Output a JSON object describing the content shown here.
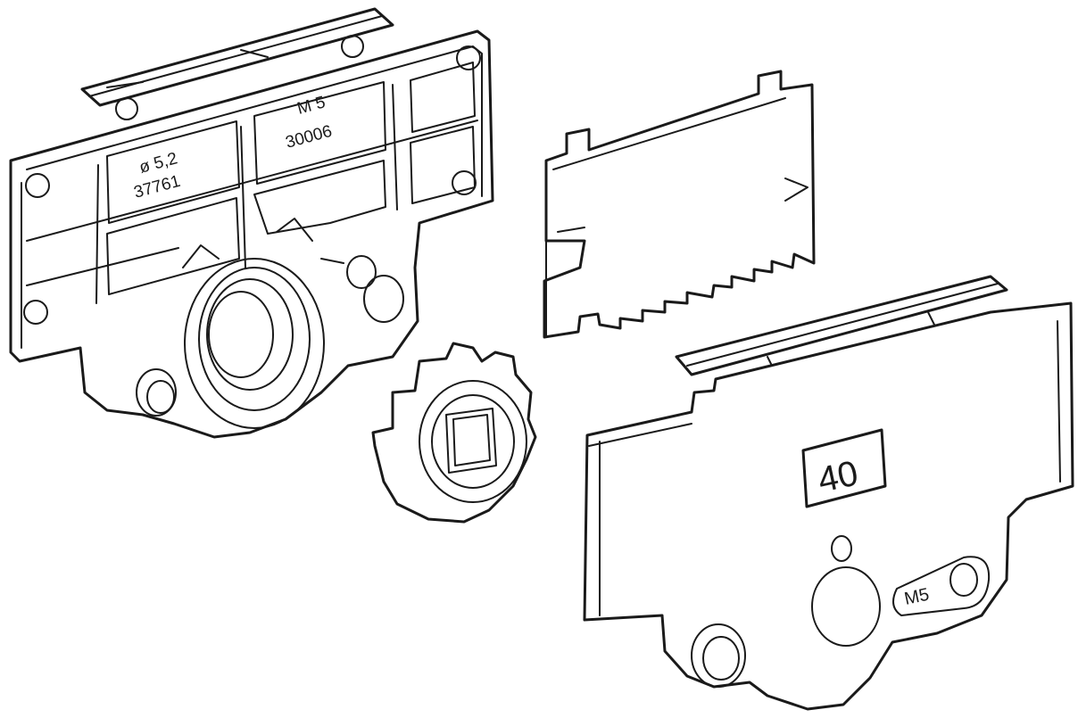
{
  "parts": {
    "back_plate": {
      "label_diameter": "ø 5,2",
      "label_part_a": "37761",
      "label_thread": "M 5",
      "label_part_b": "30006"
    },
    "cover_plate": {
      "size_label": "40",
      "thread_label": "M5"
    }
  }
}
